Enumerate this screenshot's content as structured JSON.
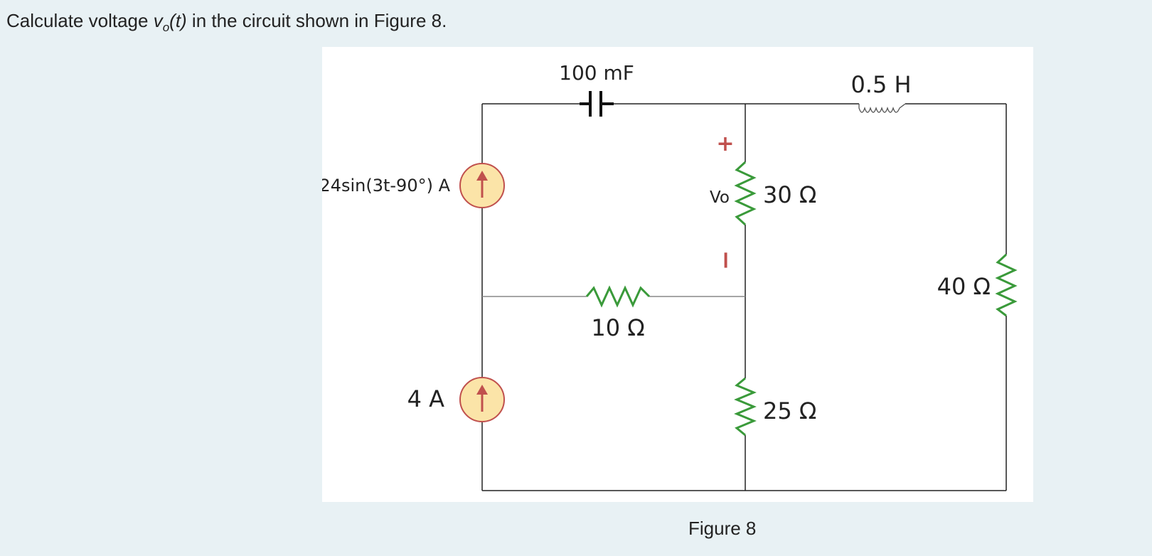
{
  "question": {
    "prefix": "Calculate voltage ",
    "var": "v",
    "var_sub": "o",
    "var_arg": "(t)",
    "suffix": "  in the circuit shown in Figure 8."
  },
  "figure_caption": "Figure 8",
  "circuit": {
    "capacitor_label": "100 mF",
    "inductor_label": "0.5 H",
    "source_top_label": "24sin(3t-90°) A",
    "source_bottom_label": "4 A",
    "resistor_30_label": "30 Ω",
    "resistor_10_label": "10 Ω",
    "resistor_25_label": "25 Ω",
    "resistor_40_label": "40 Ω",
    "vo_label": "Vo",
    "plus_sign": "+",
    "minus_sign": "−",
    "colors": {
      "wire": "#222222",
      "resistor": "#3a9a3a",
      "source_fill": "#fbe4a8",
      "source_stroke": "#c0504d",
      "arrow": "#c0504d",
      "polarity": "#c0504d"
    }
  }
}
